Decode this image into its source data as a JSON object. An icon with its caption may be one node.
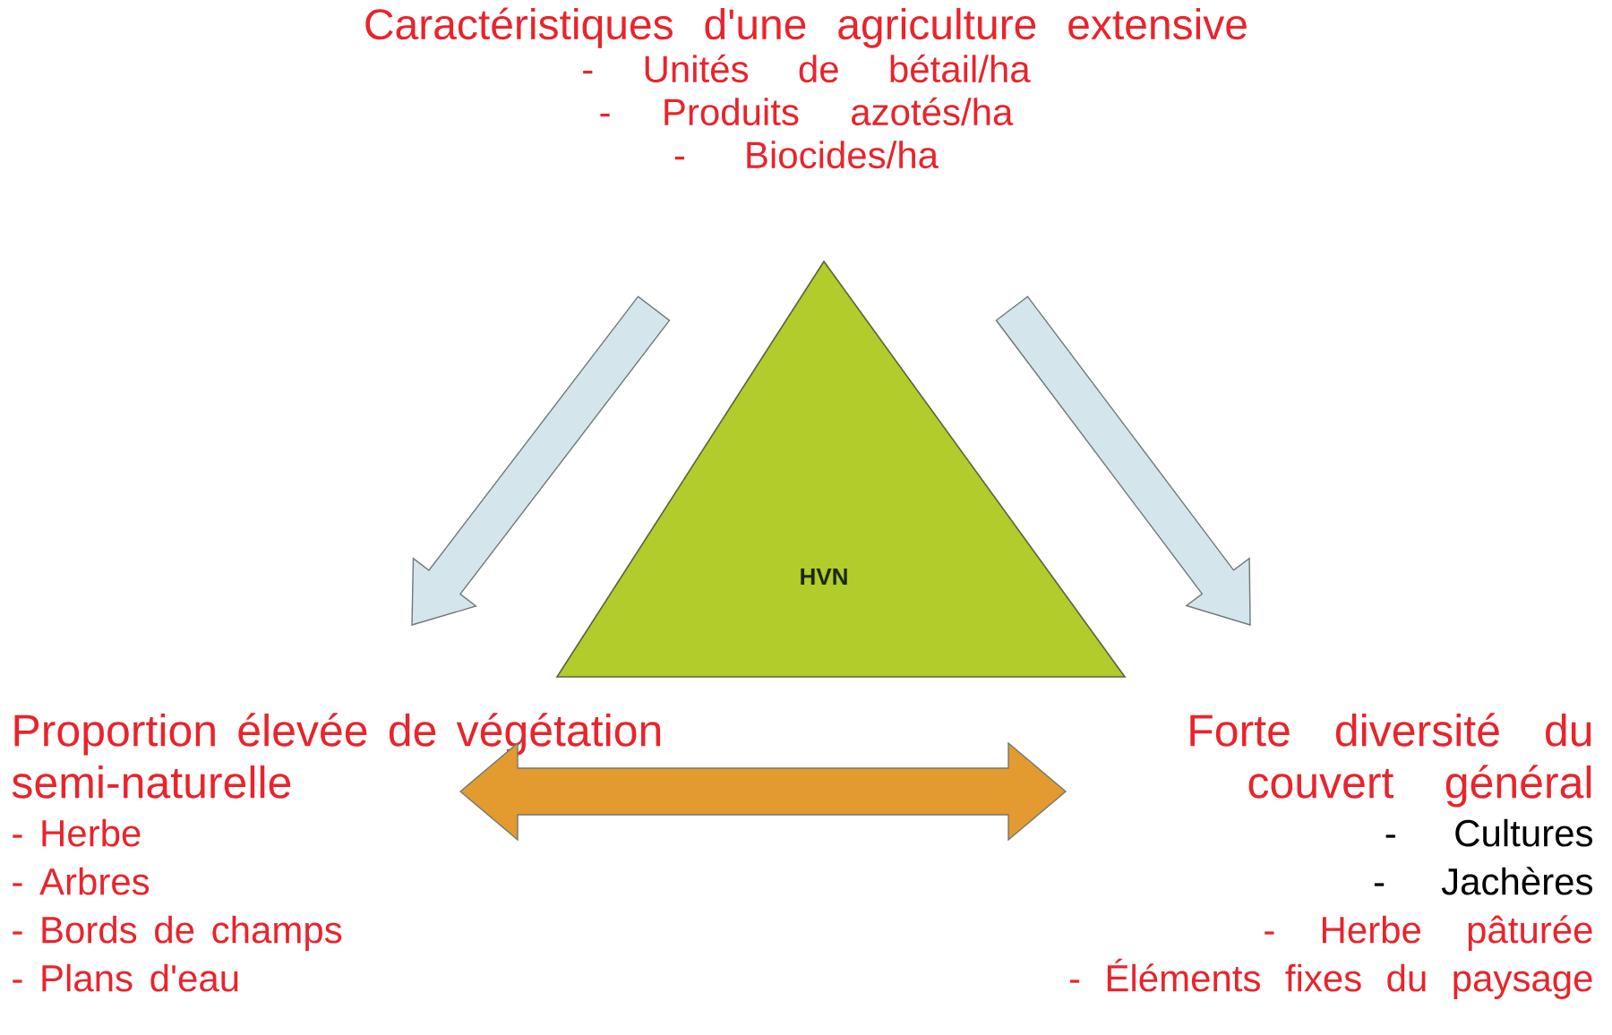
{
  "diagram": {
    "nodes": [
      {
        "text": [
          "Caractéristiques d'une agriculture extensive",
          "- Unités de bétail/ha",
          "- Produits azotés/ha",
          "- Biocides/ha"
        ]
      },
      {
        "text": [
          "HVN"
        ]
      },
      {
        "text": [
          "Proportion élevée de végétation semi-naturelle",
          "- Herbe",
          "- Arbres",
          "- Bords de champs",
          "- Plans d'eau"
        ]
      },
      {
        "text": [
          "Forte diversité du couvert général",
          "- Cultures",
          "- Jachères",
          "- Herbe pâturée",
          "- Éléments fixes du paysage"
        ]
      }
    ],
    "edges": [
      {
        "from": 0,
        "to": 2,
        "arrow": "to"
      },
      {
        "from": 0,
        "to": 3,
        "arrow": "to"
      },
      {
        "from": 2,
        "to": 3,
        "arrow": "both",
        "color": "#e39a2e"
      }
    ]
  }
}
